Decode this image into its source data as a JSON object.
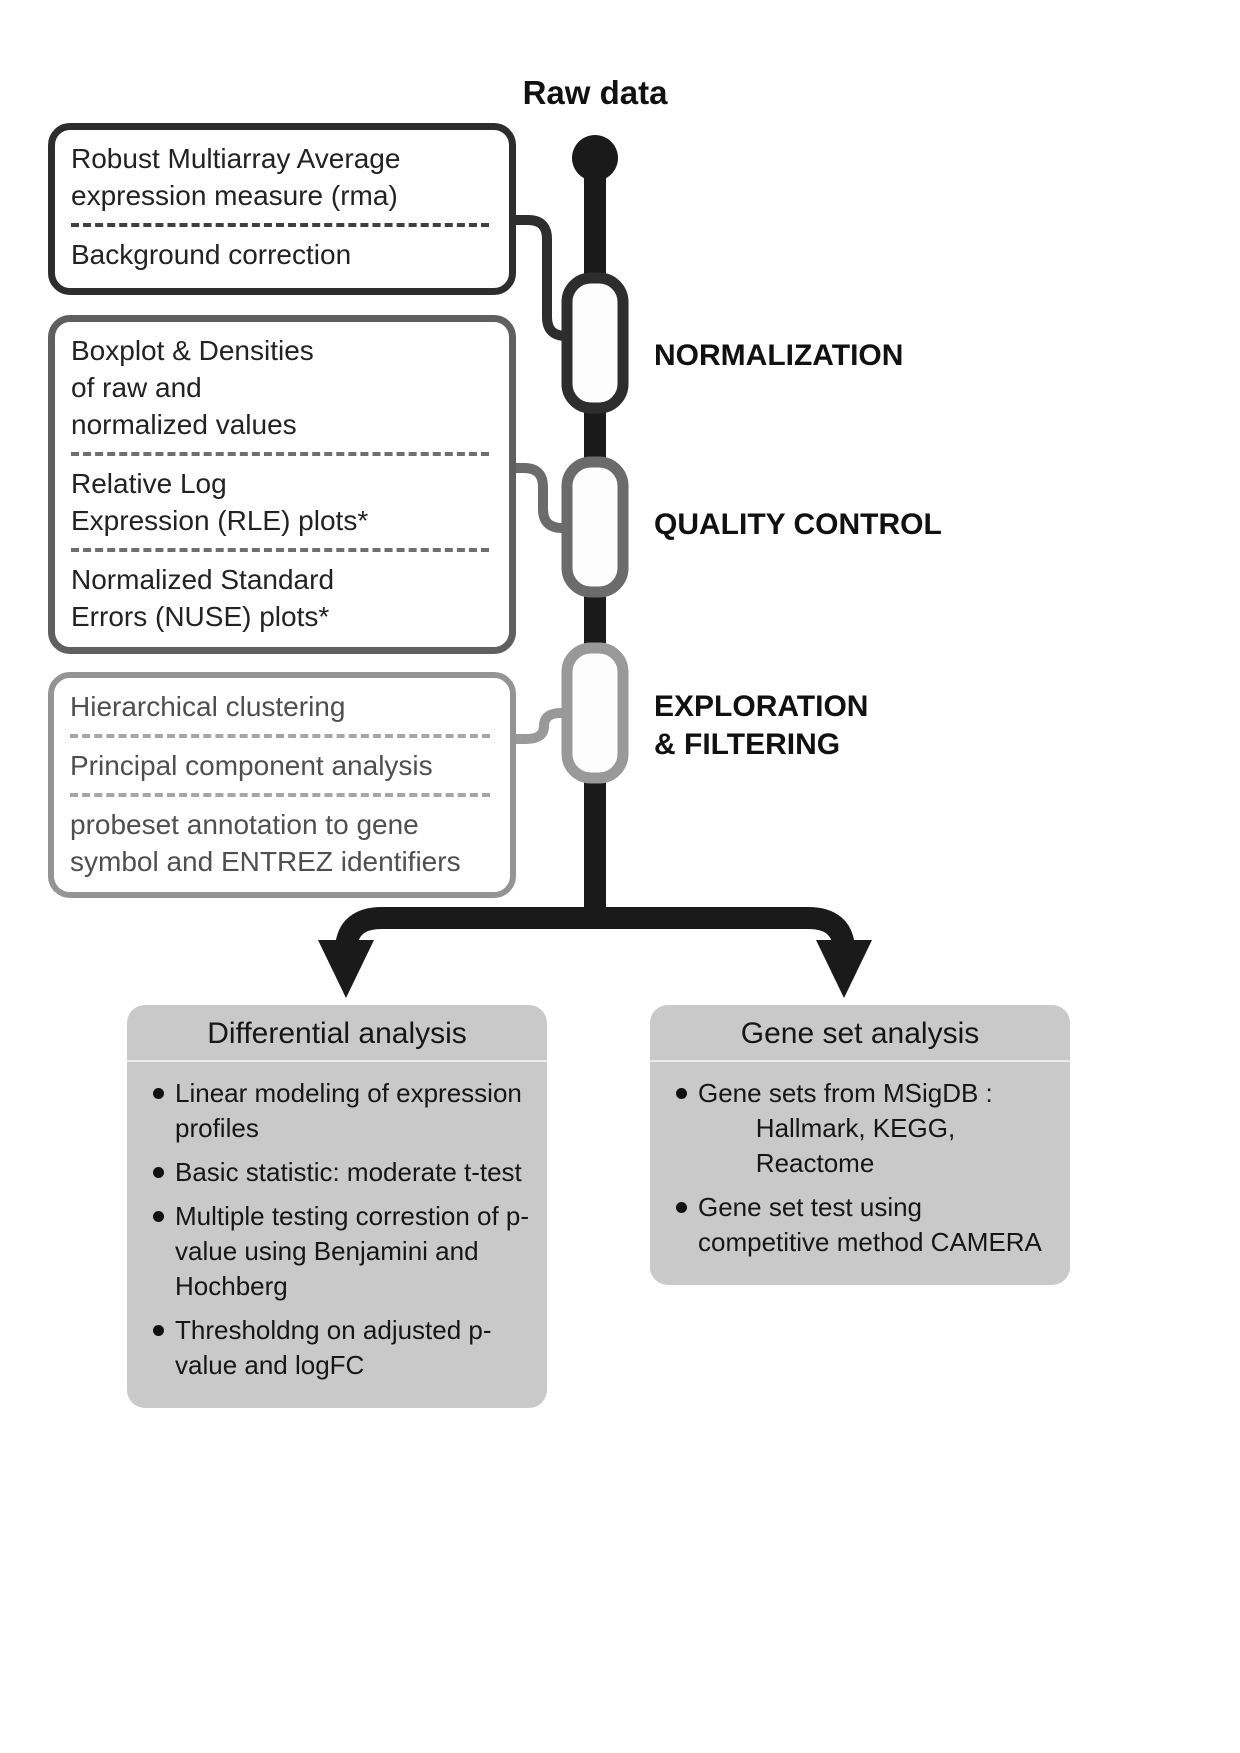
{
  "header": {
    "raw_data_label": "Raw data"
  },
  "colors": {
    "spine": "#1a1a1a",
    "panel_bg": "#c9c9c9"
  },
  "stages": [
    {
      "label": "NORMALIZATION",
      "color": "#2d2d2d"
    },
    {
      "label": "QUALITY CONTROL",
      "color": "#6b6b6b"
    },
    {
      "label": "EXPLORATION\n& FILTERING",
      "color": "#999999"
    }
  ],
  "step_boxes": [
    {
      "items": [
        "Robust Multiarray Average\nexpression measure (rma)",
        "Background correction"
      ]
    },
    {
      "items": [
        "Boxplot & Densities\nof raw and\nnormalized values",
        "Relative Log\nExpression (RLE) plots*",
        "Normalized Standard\nErrors (NUSE) plots*"
      ]
    },
    {
      "items": [
        "Hierarchical clustering",
        "Principal component analysis",
        "probeset annotation to gene\nsymbol and ENTREZ identifiers"
      ]
    }
  ],
  "panels": [
    {
      "title": "Differential analysis",
      "bullets": [
        "Linear modeling of expression profiles",
        "Basic statistic: moderate t-test",
        "Multiple testing correstion of p-value using Benjamini and Hochberg",
        "Thresholdng on adjusted p-value and logFC"
      ]
    },
    {
      "title": "Gene set analysis",
      "bullets": [
        "Gene sets from MSigDB :\n        Hallmark, KEGG,\n        Reactome",
        "Gene set test using competitive method CAMERA"
      ]
    }
  ]
}
